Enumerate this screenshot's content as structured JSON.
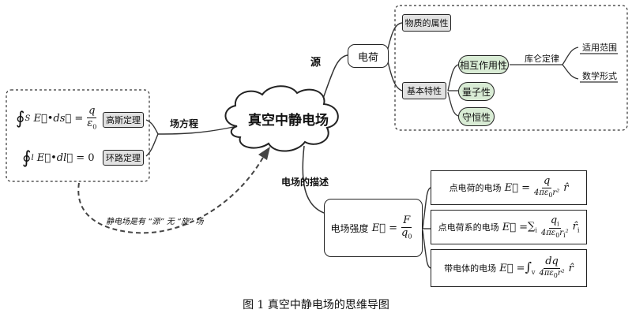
{
  "center": {
    "title": "真空中静电场"
  },
  "branches": {
    "source": "源",
    "field_equations": "场方程",
    "field_description": "电场的描述"
  },
  "charge": {
    "label": "电荷",
    "property": "物质的属性",
    "basic": "基本特性",
    "traits": [
      "相互作用性",
      "量子性",
      "守恒性"
    ],
    "coulomb": "库仑定律",
    "coulomb_items": [
      "适用范围",
      "数学形式"
    ]
  },
  "equations": {
    "gauss_name": "高斯定理",
    "loop_name": "环路定理",
    "gauss_lhs": "S",
    "gauss_rhs_num": "q",
    "gauss_rhs_den": "ε",
    "loop_rhs": "= 0"
  },
  "note": "静电场是有 “源” 无 “旋” 场",
  "field": {
    "intensity_label": "电场强度",
    "intensity_num": "F",
    "intensity_den": "q",
    "point_charge": "点电荷的电场",
    "point_system": "点电荷系的电场",
    "continuous": "带电体的电场",
    "formula_num_1": "q",
    "formula_den": "4πε",
    "formula_num_2": "q",
    "formula_num_3": "dq"
  },
  "caption": "图 1  真空中静电场的思维导图"
}
